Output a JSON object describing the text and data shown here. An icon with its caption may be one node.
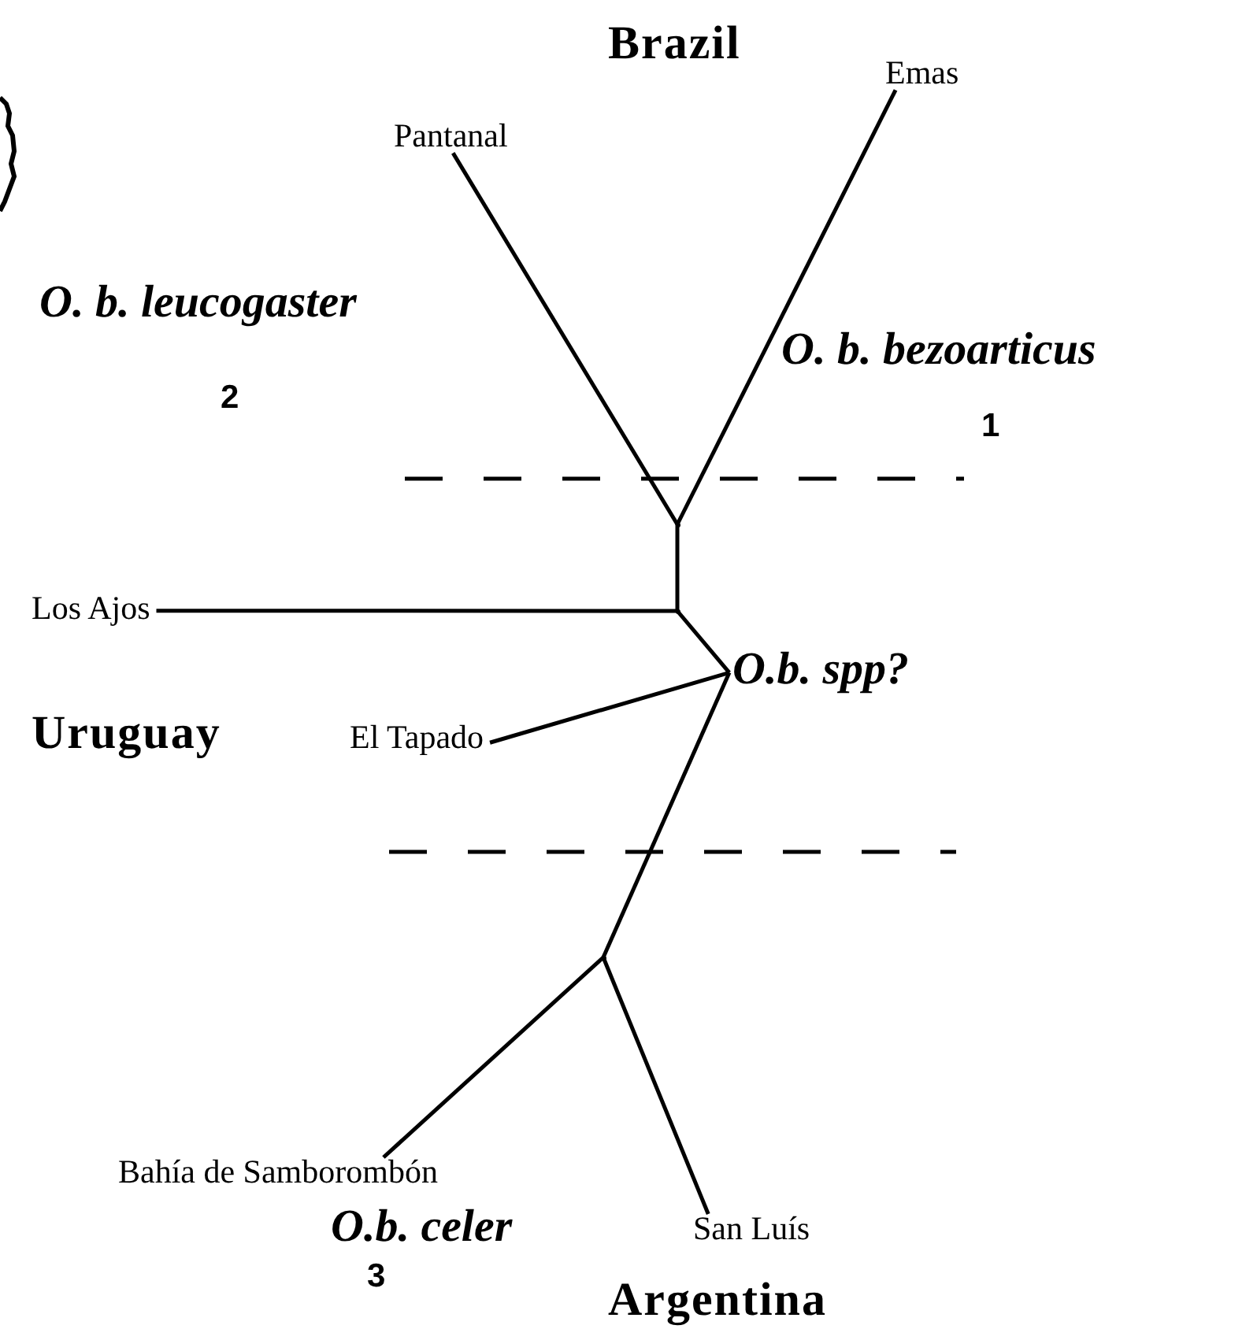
{
  "diagram": {
    "nodes": [
      {
        "text": [
          "Emas"
        ]
      },
      {
        "text": [
          "Pantanal"
        ]
      },
      {
        "text": [
          "Los Ajos"
        ]
      },
      {
        "text": [
          "El Tapado"
        ]
      },
      {
        "text": [
          "Bahía de Samborombón"
        ]
      },
      {
        "text": [
          "San Luís"
        ]
      },
      {
        "text": [],
        "shape": "point"
      },
      {
        "text": [],
        "shape": "point"
      },
      {
        "text": [
          "O.b. spp?"
        ]
      },
      {
        "text": [],
        "shape": "point"
      }
    ],
    "edges": [
      {
        "from": 1,
        "to": 6,
        "arrow": "none"
      },
      {
        "from": 0,
        "to": 6,
        "arrow": "none"
      },
      {
        "from": 6,
        "to": 7,
        "arrow": "none"
      },
      {
        "from": 7,
        "to": 2,
        "arrow": "none"
      },
      {
        "from": 7,
        "to": 8,
        "arrow": "none"
      },
      {
        "from": 8,
        "to": 3,
        "arrow": "none"
      },
      {
        "from": 8,
        "to": 9,
        "arrow": "none"
      },
      {
        "from": 9,
        "to": 4,
        "arrow": "none"
      },
      {
        "from": 9,
        "to": 5,
        "arrow": "none"
      }
    ],
    "labels": [
      "Brazil",
      "O. b. leucogaster",
      "2",
      "O. b. bezoarticus",
      "1",
      "Uruguay",
      "O.b. celer",
      "3",
      "Argentina"
    ]
  }
}
